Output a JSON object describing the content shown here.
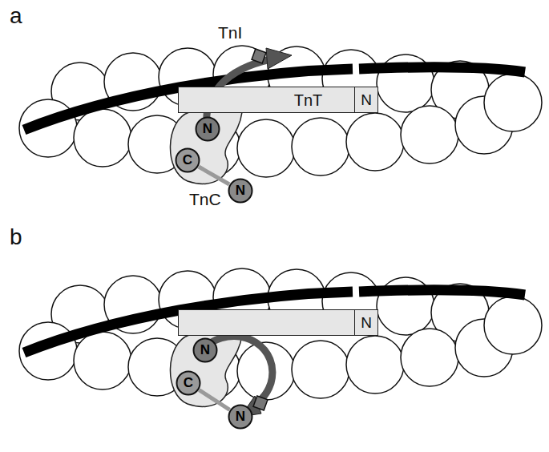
{
  "diagram": {
    "nodes": [
      {
        "text": [
          "TnT",
          "N"
        ]
      },
      {
        "text": [
          "N"
        ]
      },
      {
        "text": [
          "C"
        ]
      },
      {
        "text": [
          "N"
        ]
      },
      {
        "text": [
          "N"
        ]
      },
      {
        "text": [
          "N"
        ]
      },
      {
        "text": [
          "C"
        ]
      },
      {
        "text": [
          "N"
        ]
      }
    ],
    "edges": [
      {
        "from": 2,
        "to": 3,
        "arrow": "none"
      },
      {
        "from": 6,
        "to": 7,
        "arrow": "none"
      }
    ],
    "labels": [
      "a",
      "TnI",
      "TnC",
      "b"
    ]
  }
}
